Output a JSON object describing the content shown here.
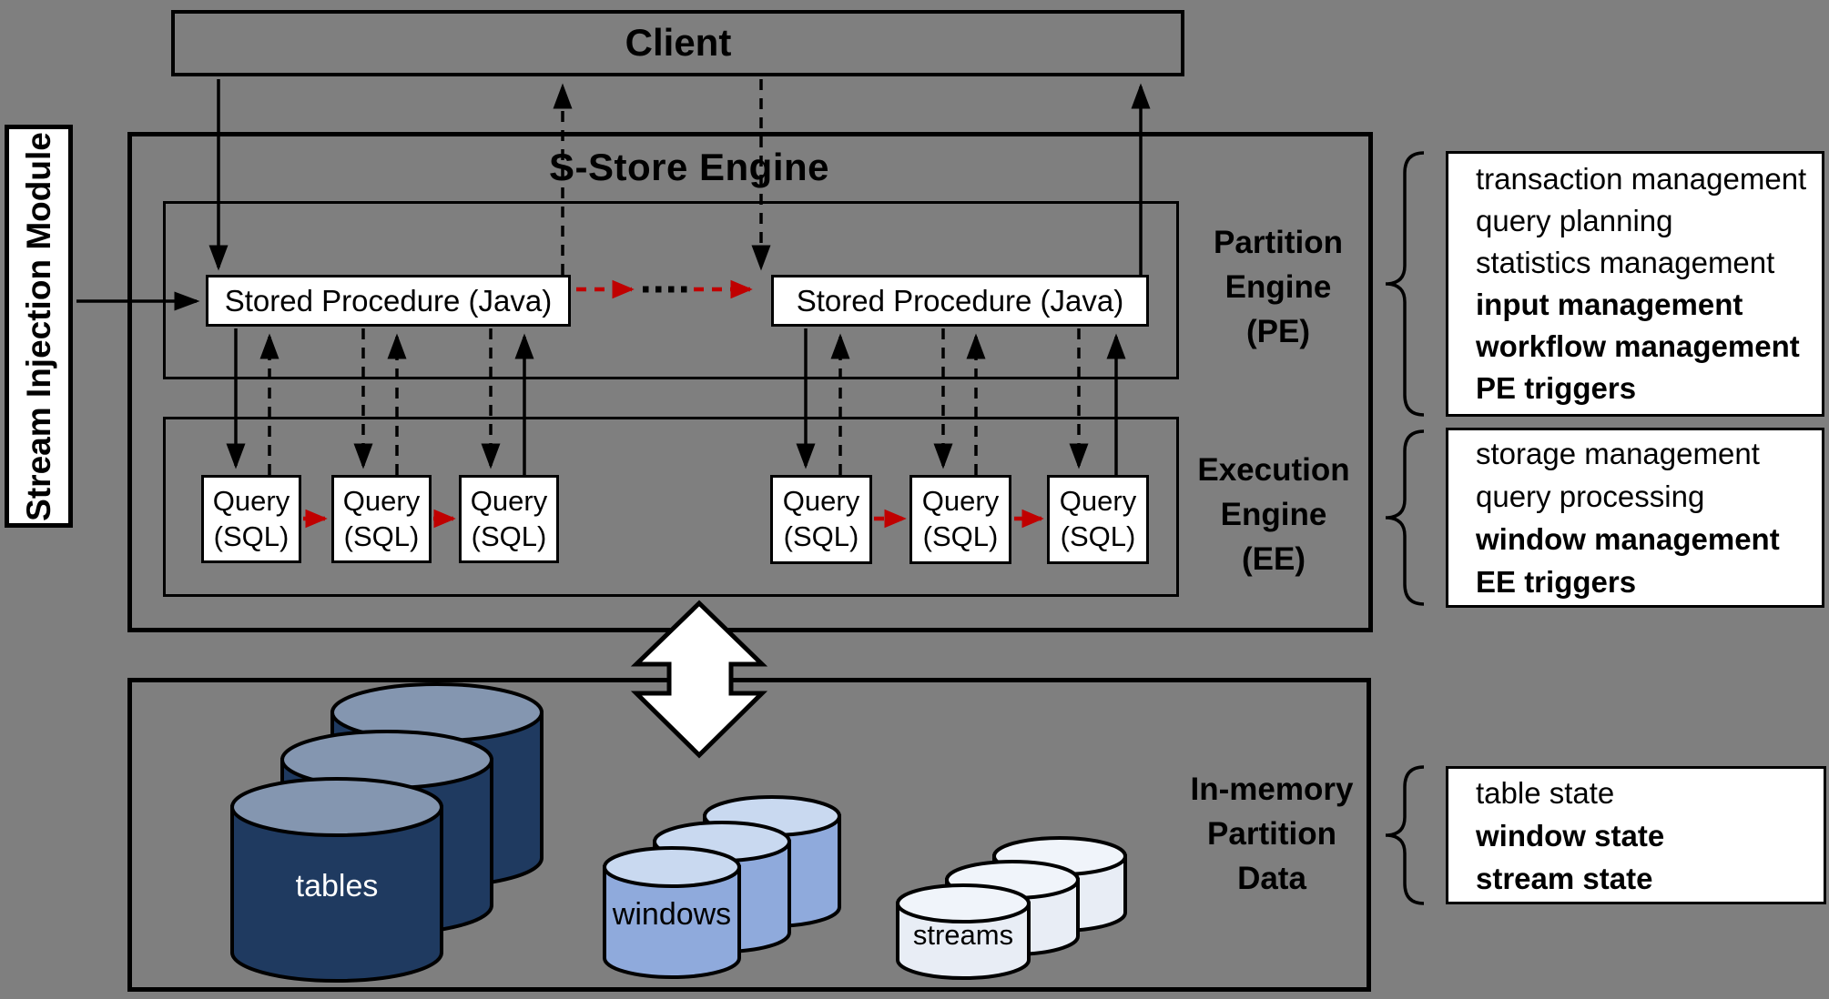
{
  "client": {
    "label": "Client"
  },
  "stream_injection_module": {
    "label": "Stream Injection Module"
  },
  "engine": {
    "title": "S-Store Engine",
    "partition_engine_label": "Partition\nEngine\n(PE)",
    "execution_engine_label": "Execution\nEngine\n(EE)",
    "stored_procedures": [
      {
        "label": "Stored Procedure (Java)"
      },
      {
        "label": "Stored Procedure (Java)"
      }
    ],
    "queries": [
      {
        "label": "Query\n(SQL)"
      },
      {
        "label": "Query\n(SQL)"
      },
      {
        "label": "Query\n(SQL)"
      },
      {
        "label": "Query\n(SQL)"
      },
      {
        "label": "Query\n(SQL)"
      },
      {
        "label": "Query\n(SQL)"
      }
    ]
  },
  "in_memory": {
    "label": "In-memory\nPartition\nData",
    "cylinders": [
      {
        "name": "tables"
      },
      {
        "name": "windows"
      },
      {
        "name": "streams"
      }
    ]
  },
  "annotations": {
    "partition_engine": {
      "lines": [
        {
          "text": "transaction management",
          "bold": false
        },
        {
          "text": "query planning",
          "bold": false
        },
        {
          "text": "statistics management",
          "bold": false
        },
        {
          "text": "input management",
          "bold": true
        },
        {
          "text": "workflow management",
          "bold": true
        },
        {
          "text": "PE triggers",
          "bold": true
        }
      ]
    },
    "execution_engine": {
      "lines": [
        {
          "text": "storage management",
          "bold": false
        },
        {
          "text": "query processing",
          "bold": false
        },
        {
          "text": "window management",
          "bold": true
        },
        {
          "text": "EE triggers",
          "bold": true
        }
      ]
    },
    "in_memory": {
      "lines": [
        {
          "text": "table state",
          "bold": false
        },
        {
          "text": "window state",
          "bold": true
        },
        {
          "text": "stream state",
          "bold": true
        }
      ]
    }
  },
  "colors": {
    "background": "#7F7F7F",
    "flow_accent_red": "#C00000",
    "tables_body": "#1F3A60",
    "tables_top": "#8496B0",
    "windows_body": "#8FAADC",
    "windows_top": "#C9D9F0",
    "streams_body": "#E8EDF5",
    "streams_top": "#F0F4FA"
  }
}
